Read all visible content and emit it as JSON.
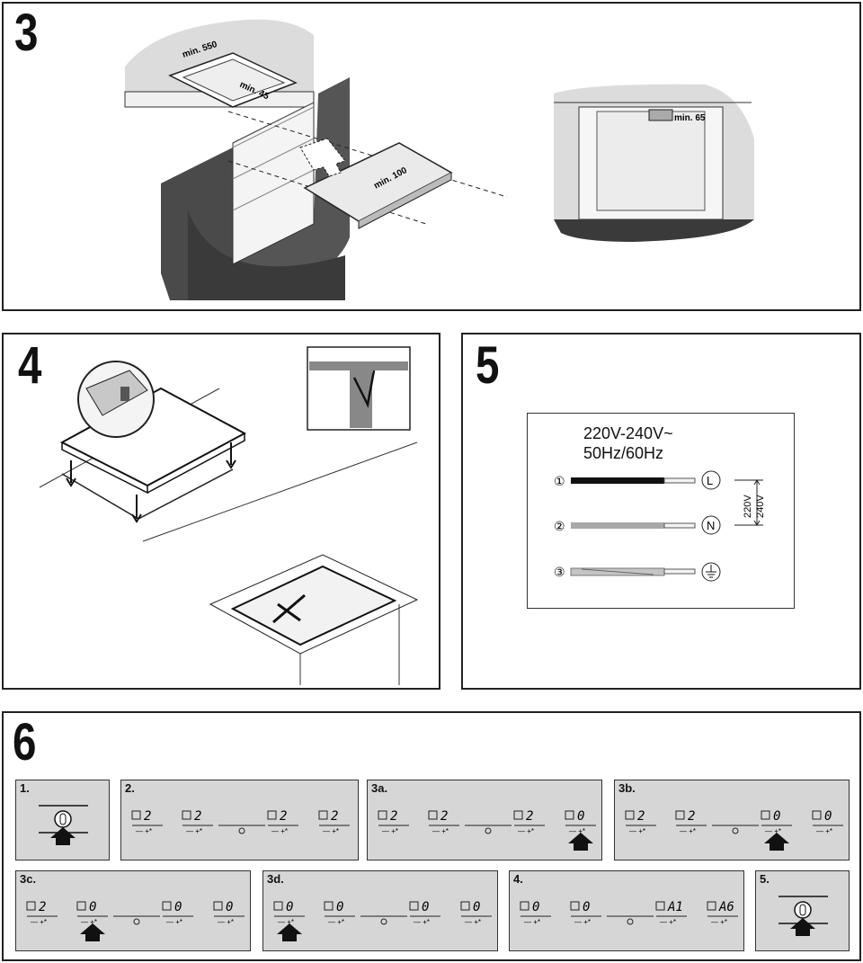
{
  "panel3": {
    "number": "3",
    "labels": {
      "min550": "min. 550",
      "min45": "min. 45",
      "min100": "min. 100",
      "min65": "min. 65"
    }
  },
  "panel4": {
    "number": "4"
  },
  "panel5": {
    "number": "5",
    "voltage": "220V-240V~",
    "frequency": "50Hz/60Hz",
    "wires": [
      {
        "index": "①",
        "terminal": "L",
        "color": "#111111"
      },
      {
        "index": "②",
        "terminal": "N",
        "color": "#a8a8a8"
      },
      {
        "index": "③",
        "terminal": "earth-symbol",
        "color": "#c4c4c4"
      }
    ],
    "bracket_labels": [
      "220V",
      "240V"
    ]
  },
  "panel6": {
    "number": "6",
    "steps": [
      {
        "label": "1.",
        "type": "switch"
      },
      {
        "label": "2.",
        "type": "display",
        "digits": [
          "2",
          "2",
          "2",
          "2"
        ]
      },
      {
        "label": "3a.",
        "type": "display",
        "digits": [
          "2",
          "2",
          "2",
          "0"
        ]
      },
      {
        "label": "3b.",
        "type": "display",
        "digits": [
          "2",
          "2",
          "0",
          "0"
        ]
      },
      {
        "label": "3c.",
        "type": "display",
        "digits": [
          "2",
          "0",
          "0",
          "0"
        ]
      },
      {
        "label": "3d.",
        "type": "display",
        "digits": [
          "0",
          "0",
          "0",
          "0"
        ]
      },
      {
        "label": "4.",
        "type": "display",
        "digits": [
          "0",
          "0",
          "A1",
          "A6"
        ]
      },
      {
        "label": "5.",
        "type": "switch"
      }
    ]
  }
}
